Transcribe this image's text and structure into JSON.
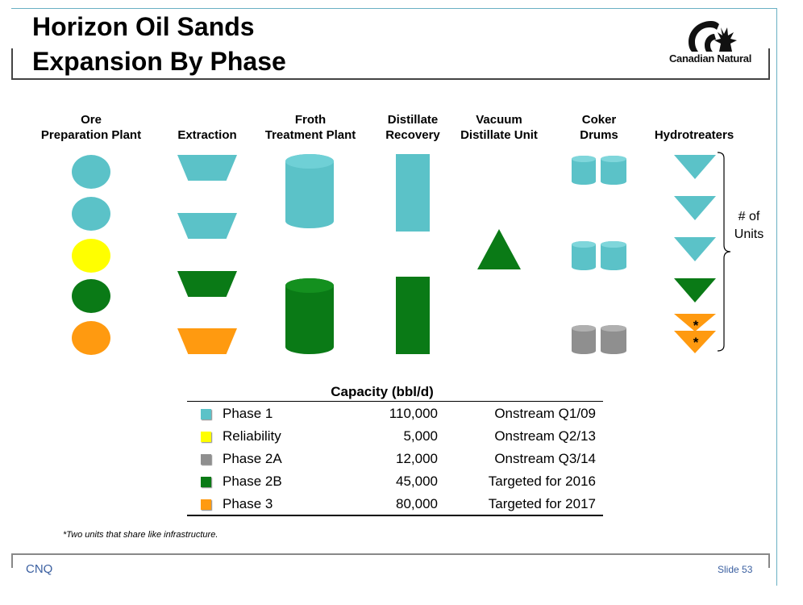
{
  "slide": {
    "title_line1": "Horizon Oil Sands",
    "title_line2": "Expansion By Phase",
    "logo_text": "Canadian Natural",
    "footer_left": "CNQ",
    "footer_right": "Slide 53",
    "footnote": "*Two units that share like infrastructure."
  },
  "colors": {
    "phase1": "#5bc2c8",
    "reliability": "#ffff00",
    "phase2a": "#8f8f8f",
    "phase2b": "#0a7a16",
    "phase3": "#ff9a10"
  },
  "columns": [
    {
      "label_line1": "Ore",
      "label_line2": "Preparation Plant"
    },
    {
      "label_line1": "",
      "label_line2": "Extraction"
    },
    {
      "label_line1": "Froth",
      "label_line2": "Treatment Plant"
    },
    {
      "label_line1": "Distillate",
      "label_line2": "Recovery"
    },
    {
      "label_line1": "Vacuum",
      "label_line2": "Distillate Unit"
    },
    {
      "label_line1": "Coker",
      "label_line2": "Drums"
    },
    {
      "label_line1": "",
      "label_line2": "Hydrotreaters"
    }
  ],
  "units_label_line1": "# of",
  "units_label_line2": "Units",
  "star_mark": "*",
  "capacity": {
    "header": "Capacity (bbl/d)",
    "rows": [
      {
        "name": "Phase 1",
        "value": "110,000",
        "status": "Onstream Q1/09"
      },
      {
        "name": "Reliability",
        "value": "5,000",
        "status": "Onstream Q2/13"
      },
      {
        "name": "Phase 2A",
        "value": "12,000",
        "status": "Onstream Q3/14"
      },
      {
        "name": "Phase 2B",
        "value": "45,000",
        "status": "Targeted for 2016"
      },
      {
        "name": "Phase 3",
        "value": "80,000",
        "status": "Targeted for 2017"
      }
    ]
  }
}
